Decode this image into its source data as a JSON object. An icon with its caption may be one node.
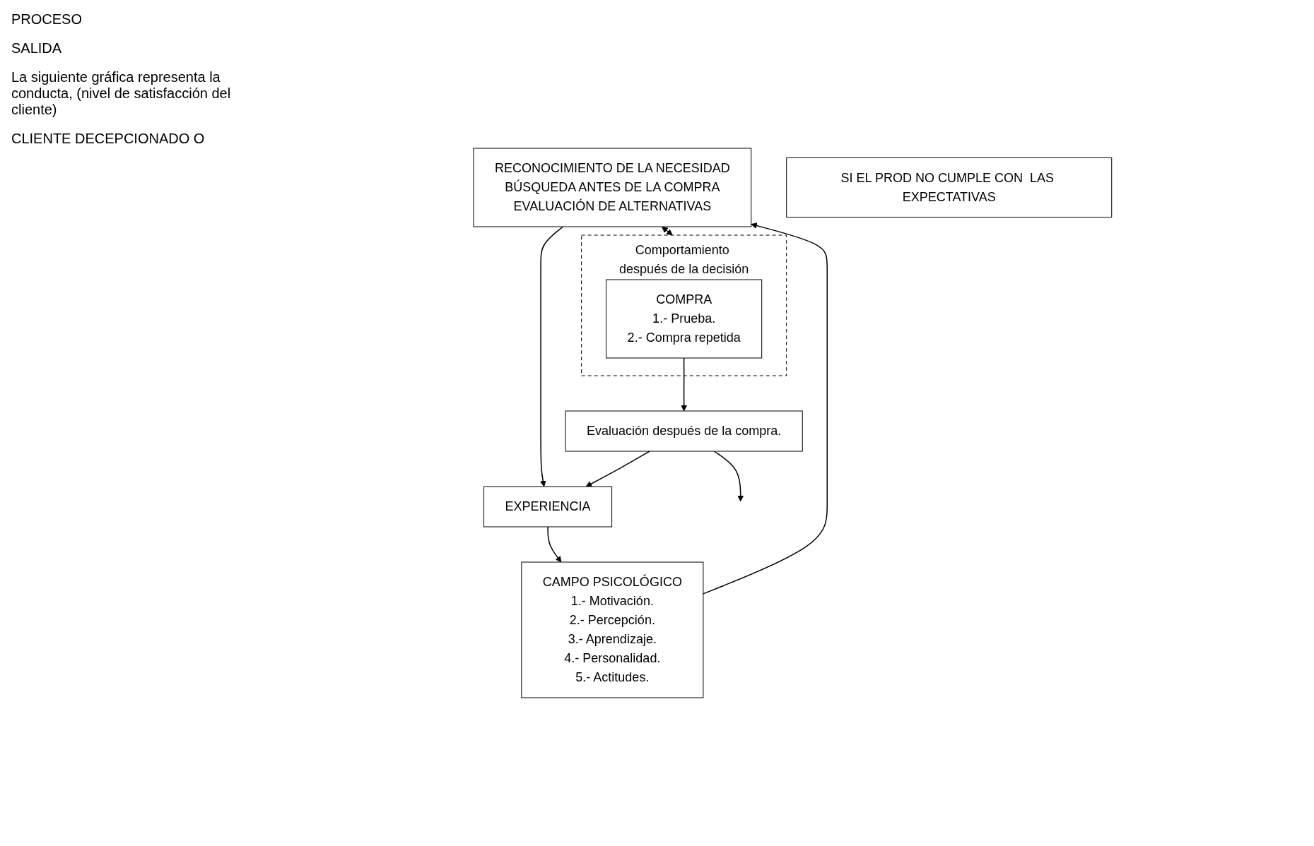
{
  "diagram": {
    "nodes": [
      {
        "text": [
          "RECONOCIMIENTO DE LA NECESIDAD",
          "BÚSQUEDA ANTES DE LA COMPRA",
          "EVALUACIÓN DE ALTERNATIVAS"
        ]
      },
      {
        "text": [
          "CAMPO PSICOLÓGICO",
          "1.- Motivación.",
          "2.- Percepción.",
          "3.- Aprendizaje.",
          "4.- Personalidad.",
          "5.- Actitudes."
        ]
      },
      {
        "text": [
          "EXPERIENCIA"
        ]
      },
      {
        "text": [
          "Comportamiento después de la decisión"
        ]
      },
      {
        "text": [
          "COMPRA",
          "1.- Prueba.",
          "2.- Compra repetida"
        ],
        "in": 3
      },
      {
        "text": [
          "Evaluación después de la compra."
        ]
      },
      {
        "text": [
          "SI EL PROD NO CUMPLE CON  LAS EXPECTATIVAS"
        ]
      }
    ],
    "edges": [
      {
        "from": 1,
        "to": 0,
        "arrow": "to"
      },
      {
        "from": 0,
        "to": 2,
        "arrow": "to"
      },
      {
        "from": 2,
        "to": 1,
        "arrow": "to"
      },
      {
        "from": 0,
        "to": 3,
        "arrow": "both"
      },
      {
        "from": 4,
        "to": 5,
        "arrow": "to"
      },
      {
        "from": 5,
        "to": 2,
        "arrow": "to"
      },
      {
        "from": 5,
        "to": null,
        "arrow": "to"
      }
    ],
    "labels": [
      "PROCESO",
      "SALIDA",
      "La siguiente gráfica representa la conducta, (nivel de satisfacción del cliente)",
      "CLIENTE DECEPCIONADO O"
    ]
  }
}
